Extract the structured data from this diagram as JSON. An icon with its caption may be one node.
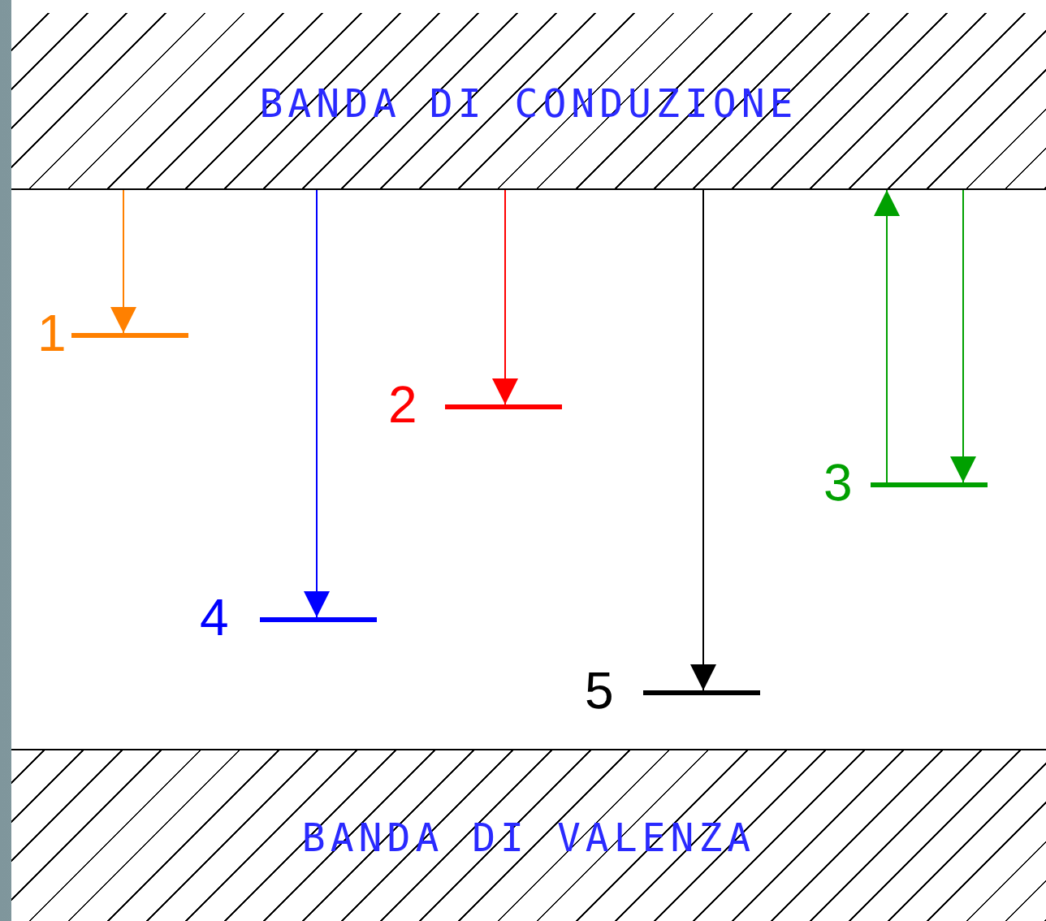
{
  "diagram": {
    "nodes": [
      {
        "text": [
          "BANDA DI CONDUZIONE"
        ]
      },
      {
        "text": [],
        "shape": "bar",
        "beside": [
          "1"
        ]
      },
      {
        "text": [],
        "shape": "bar",
        "beside": [
          "2"
        ]
      },
      {
        "text": [],
        "shape": "bar",
        "beside": [
          "3"
        ]
      },
      {
        "text": [],
        "shape": "bar",
        "beside": [
          "4"
        ]
      },
      {
        "text": [],
        "shape": "bar",
        "beside": [
          "5"
        ]
      },
      {
        "text": [
          "BANDA DI VALENZA"
        ]
      }
    ],
    "edges": [
      {
        "from": 0,
        "to": 1,
        "arrow": "to",
        "color": "#ff8000"
      },
      {
        "from": 0,
        "to": 2,
        "arrow": "to",
        "color": "#ff0000"
      },
      {
        "from": 3,
        "to": 0,
        "arrow": "to",
        "color": "#00a000"
      },
      {
        "from": 0,
        "to": 3,
        "arrow": "to",
        "color": "#00a000"
      },
      {
        "from": 0,
        "to": 4,
        "arrow": "to",
        "color": "#0000ff"
      },
      {
        "from": 0,
        "to": 5,
        "arrow": "to",
        "color": "#000000"
      }
    ]
  }
}
